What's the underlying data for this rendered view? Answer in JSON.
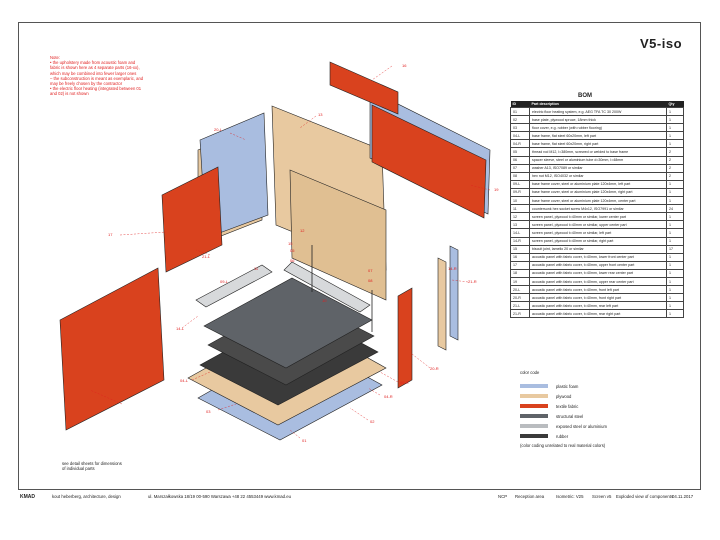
{
  "sheet": {
    "title": "V5-iso"
  },
  "note": [
    "Note:",
    "• the upholstery made from acoustic foam and",
    "fabric is shown here as 4 separate parts (16-xx),",
    "which may be combined into fewer larger ones",
    "– the subconstruction is meant as exemplaric, and",
    "may be freely chosen by the contractor",
    "• the electric floor heating (integrated between 01",
    "and 02) is not shown"
  ],
  "bom": {
    "title": "BOM",
    "headers": [
      "ID",
      "Part description",
      "Qty"
    ],
    "rows": [
      [
        "01",
        "electric floor heating system, e.g. AEG TFA TC 30 200W",
        "1"
      ],
      [
        "02",
        "base plate, plywood spruce, 18mm thick",
        "1"
      ],
      [
        "03",
        "floor cover, e.g. rubber (with rubber flooring)",
        "1"
      ],
      [
        "04-L",
        "base frame, flat steel 60x20mm, left part",
        "1"
      ],
      [
        "04-R",
        "base frame, flat steel 60x20mm, right part",
        "1"
      ],
      [
        "05",
        "thread rod M12, l=380mm, screwed or welded to base frame",
        "2"
      ],
      [
        "06",
        "spacer sleeve, steel or aluminium tube d=30mm, l=48mm",
        "2"
      ],
      [
        "07",
        "washer A13, ISO7089 or similar",
        "2"
      ],
      [
        "08",
        "hex nut M12, ISO4032 or similar",
        "2"
      ],
      [
        "09-L",
        "base frame cover, steel or aluminium plate 120x4mm, left part",
        "1"
      ],
      [
        "09-R",
        "base frame cover, steel or aluminium plate 120x4mm, right part",
        "1"
      ],
      [
        "10",
        "base frame cover, steel or aluminium plate 120x4mm, center part",
        "1"
      ],
      [
        "11",
        "countersunk hex socket screw M4x12, ISO7991 or similar",
        "24"
      ],
      [
        "12",
        "screen panel, plywood t=40mm or similar, lower center part",
        "1"
      ],
      [
        "13",
        "screen panel, plywood t=40mm or similar, upper center part",
        "1"
      ],
      [
        "14-L",
        "screen panel, plywood t=40mm or similar, left part",
        "1"
      ],
      [
        "14-R",
        "screen panel, plywood t=40mm or similar, right part",
        "1"
      ],
      [
        "15",
        "biscuit joint, lamello 20 or similar",
        "17"
      ],
      [
        "16",
        "acoustic panel with fabric cover, t=40mm, lower front center part",
        "1"
      ],
      [
        "17",
        "acoustic panel with fabric cover, t=40mm, upper front center part",
        "1"
      ],
      [
        "18",
        "acoustic panel with fabric cover, t=40mm, lower rear center part",
        "1"
      ],
      [
        "19",
        "acoustic panel with fabric cover, t=40mm, upper rear center part",
        "1"
      ],
      [
        "20-L",
        "acoustic panel with fabric cover, t=40mm, front left part",
        "1"
      ],
      [
        "20-R",
        "acoustic panel with fabric cover, t=40mm, front right part",
        "1"
      ],
      [
        "21-L",
        "acoustic panel with fabric cover, t=40mm, rear left part",
        "1"
      ],
      [
        "21-R",
        "acoustic panel with fabric cover, t=40mm, rear right part",
        "1"
      ]
    ]
  },
  "legend": {
    "title": "color code",
    "items": [
      {
        "label": "plastic foam",
        "color": "#a9bde0"
      },
      {
        "label": "plywood",
        "color": "#e8c9a0"
      },
      {
        "label": "textile fabric",
        "color": "#d9421e"
      },
      {
        "label": "structural steel",
        "color": "#5f6368"
      },
      {
        "label": "exposed steel or aluminium",
        "color": "#b9bcbf"
      },
      {
        "label": "rubber",
        "color": "#3a3a3a"
      }
    ],
    "footnote": "(color coding unrelated to real material colors)"
  },
  "detail_note": [
    "see detail sheets for dimensions",
    "of individual parts"
  ],
  "footer": {
    "logo": "KMAD",
    "office": "kout heberberg, architecture, design",
    "address": "ul. Marszałkowska 18/19  00-590 Warszawa  +48 22 4553449  www.kmad.eu",
    "project": "NCP",
    "area": "Reception area",
    "view": "Isometric: V25",
    "screen": "Screen v5",
    "desc": "Exploded view of components",
    "date": "04.11.2017"
  },
  "callouts": [
    "16",
    "17",
    "19",
    "13",
    "20-L",
    "20-R",
    "21-L",
    "21-R",
    "14-L",
    "14-R",
    "12",
    "11",
    "15",
    "05",
    "06",
    "07",
    "08",
    "09-L",
    "09-R",
    "10",
    "04-L",
    "04-R",
    "03",
    "02",
    "01"
  ]
}
